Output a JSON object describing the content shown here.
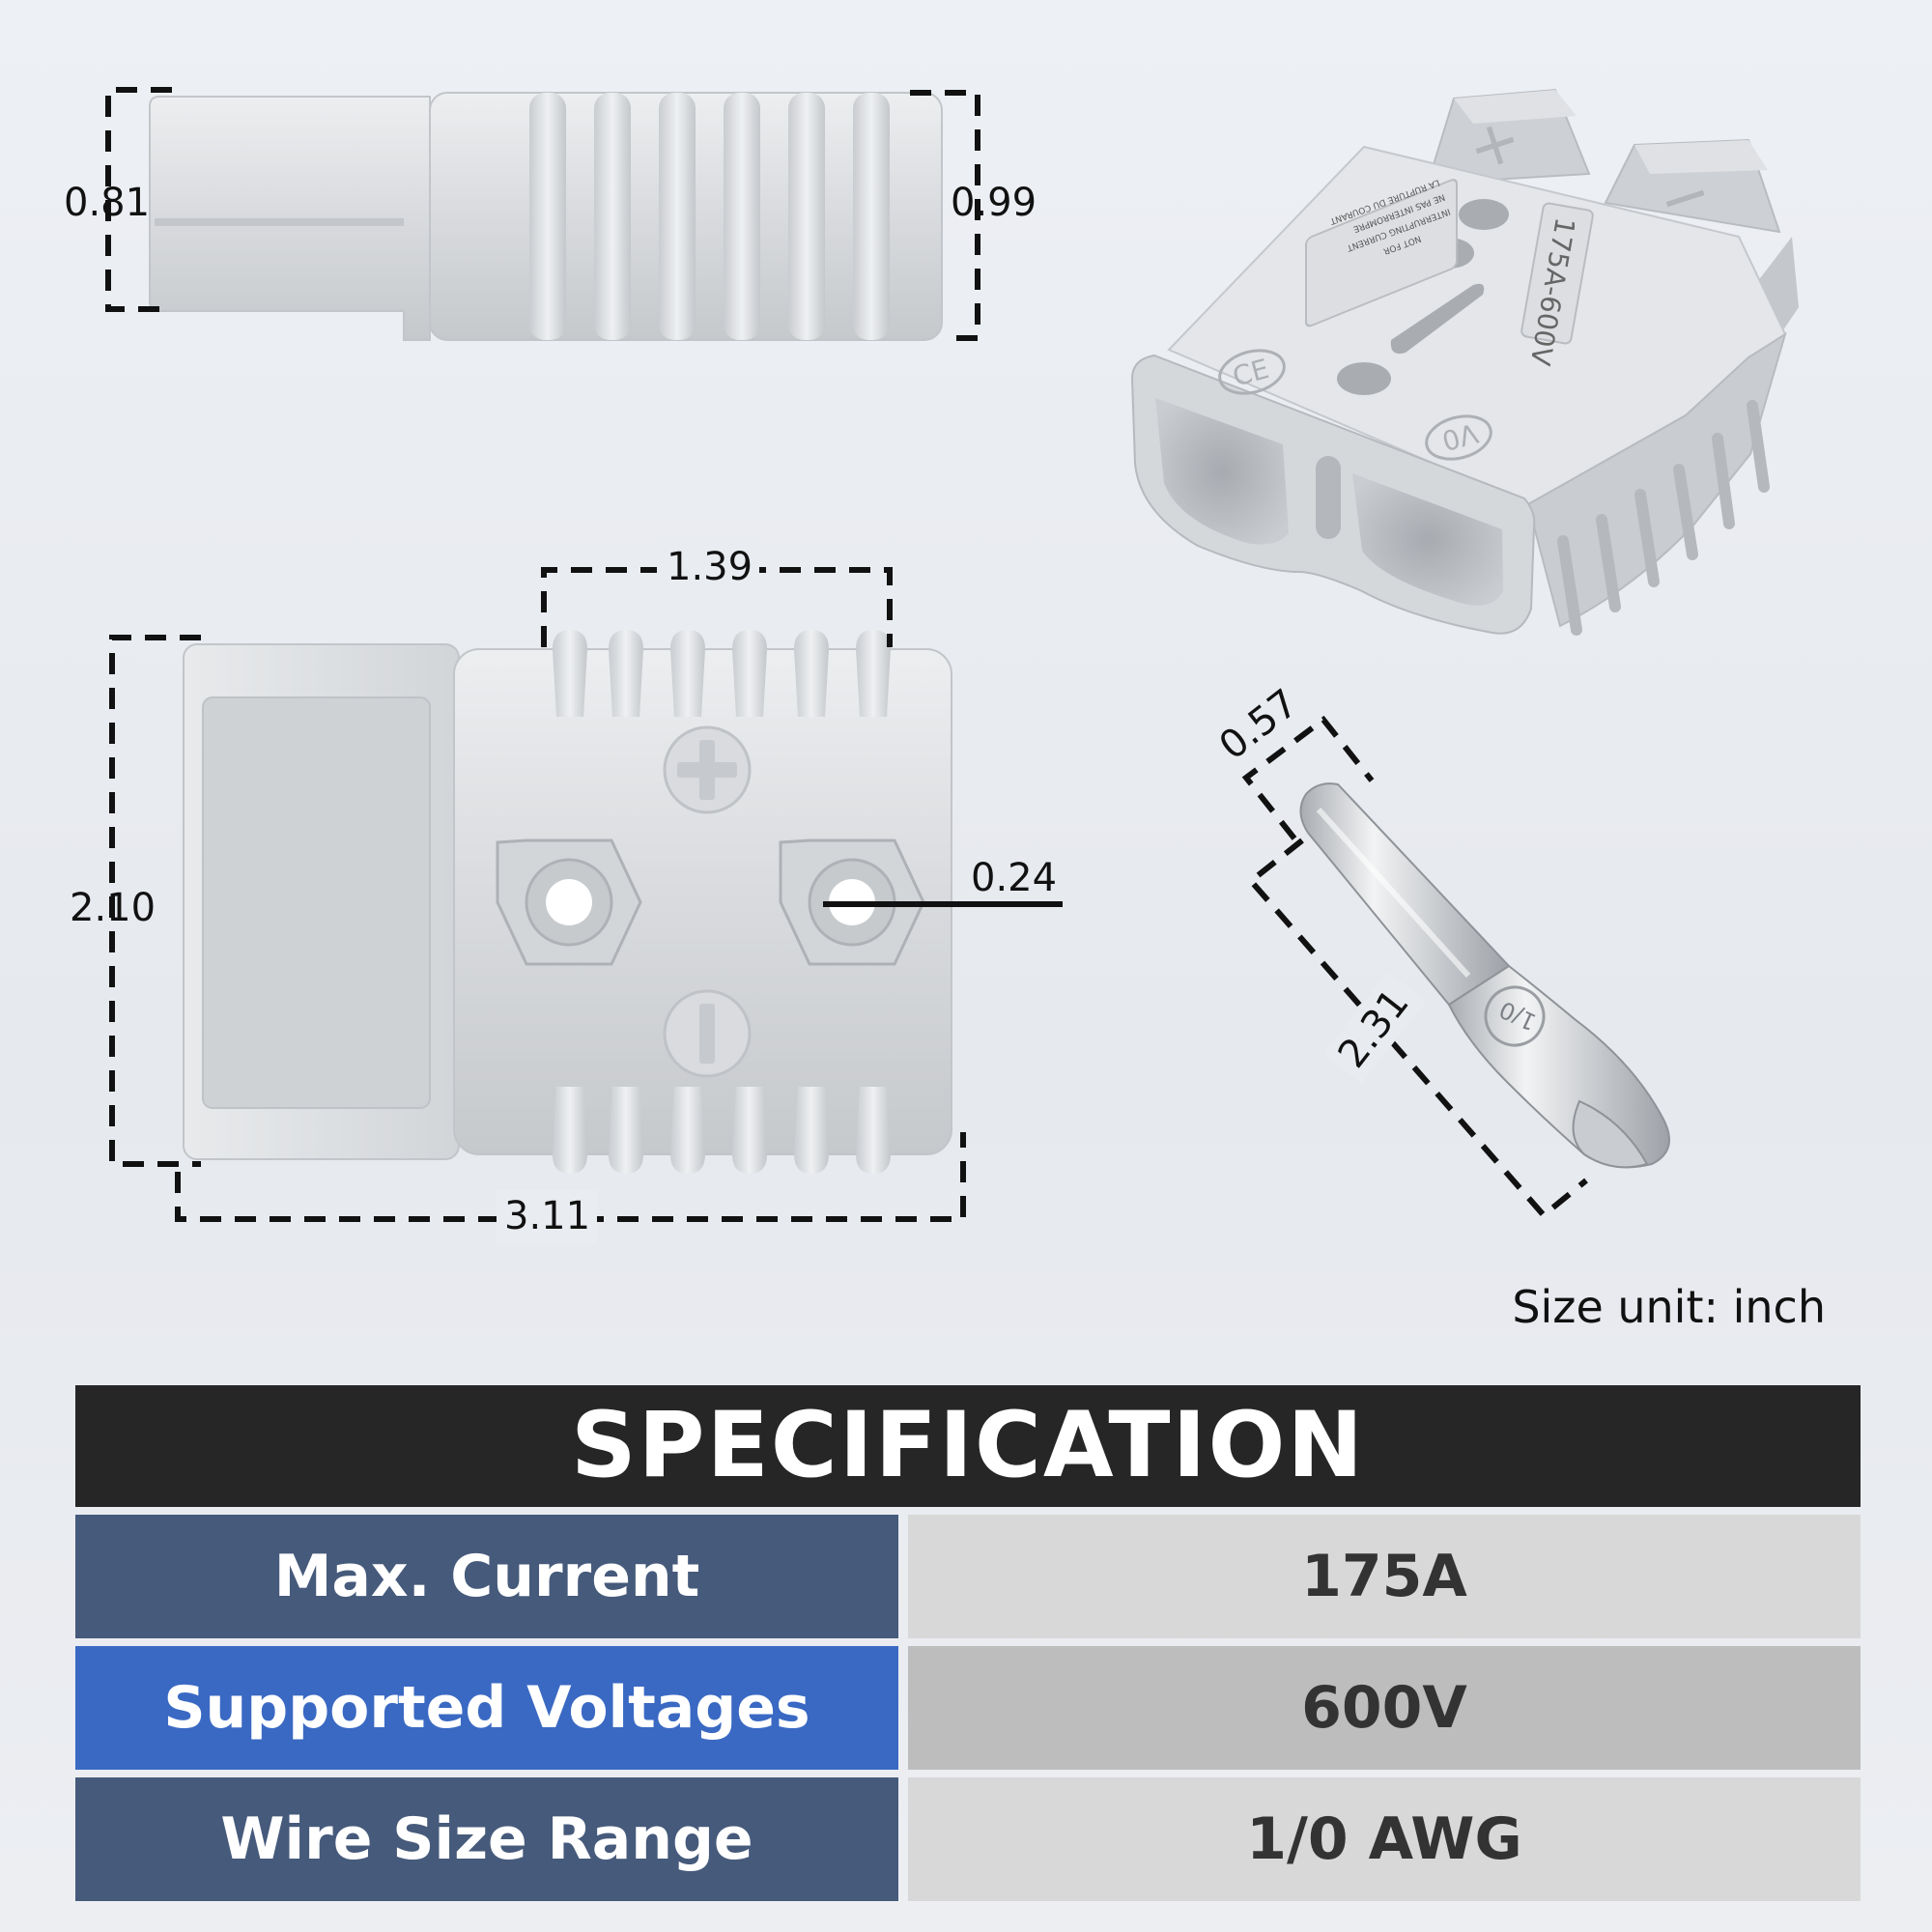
{
  "dimensions": {
    "side_left": "0.81",
    "side_right": "0.99",
    "top_width": "1.39",
    "front_height": "2.10",
    "hole": "0.24",
    "overall_length": "3.11",
    "pin_width": "0.57",
    "pin_length": "2.31"
  },
  "connector_markings": {
    "plus_sign": "+",
    "minus_sign": "−",
    "rating": "175A-600V",
    "warning_lines": [
      "NOT FOR",
      "INTERRUPTING CURRENT",
      "NE PAS INTERROMPRE",
      "LA RUPTURE DU COURANT"
    ],
    "ce_mark": "CE",
    "flame_rating": "V0",
    "pin_stamp": "1/0"
  },
  "size_unit": "Size unit: inch",
  "specification": {
    "title": "SPECIFICATION",
    "rows": [
      {
        "label": "Max. Current",
        "value": "175A"
      },
      {
        "label": "Supported Voltages",
        "value": "600V"
      },
      {
        "label": "Wire Size Range",
        "value": "1/0 AWG"
      }
    ]
  },
  "colors": {
    "connector_body": "#d4d6d9",
    "label_dark_blue": "#465a7b",
    "label_highlight_blue": "#3a69c3",
    "title_bar": "#262626"
  }
}
